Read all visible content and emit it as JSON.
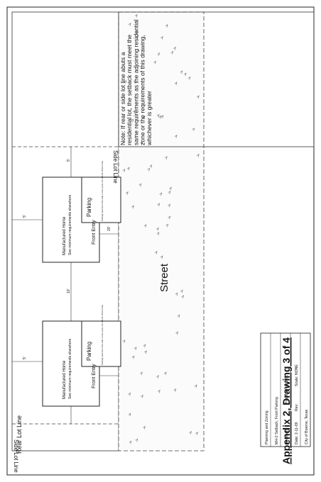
{
  "drawing": {
    "appendix_title": "Appendix 2, Drawing 3 of 4",
    "rear_lot_line": "Rear Lot Line",
    "side_lot_line_left": "Side Lot Line",
    "side_lot_line_right": "Side Lot Line",
    "street": "Street",
    "home_left": {
      "title": "Manufactured Home",
      "subtitle": "See minimum requirements elsewhere",
      "front_entry": "Front Entry",
      "parking": "Parking",
      "parking_note": "Parking must be in the side or rear yard, not in front of the home"
    },
    "home_right": {
      "title": "Manufactured Home",
      "subtitle": "See minimum requirements elsewhere",
      "front_entry": "Front Entry",
      "parking": "Parking",
      "parking_note": "Parking must be in the side or rear yard, not in front of the home"
    },
    "dimension_marks": {
      "rear_left": "5'",
      "rear_right": "5'",
      "side_left": "5'",
      "between_homes": "10'",
      "middle": "20'"
    },
    "note": "Note: If rear or side lot line abuts a residential lot, the setback must meet the same requirements as the adjoining residential zone or the requirements of this drawing, whichever is greater"
  },
  "title_block": {
    "line1": "Planning and Zoning",
    "line2": "MH-2 Setback, Front Parking",
    "line3_left": "Reserved:",
    "line3_right": "Prepared by:   JRC",
    "line4_left": "Date: 2-11-09",
    "line4_mid": "Rev:",
    "line4_right": "Scale:   NONE",
    "line5": "City of Boerne, Texas"
  }
}
